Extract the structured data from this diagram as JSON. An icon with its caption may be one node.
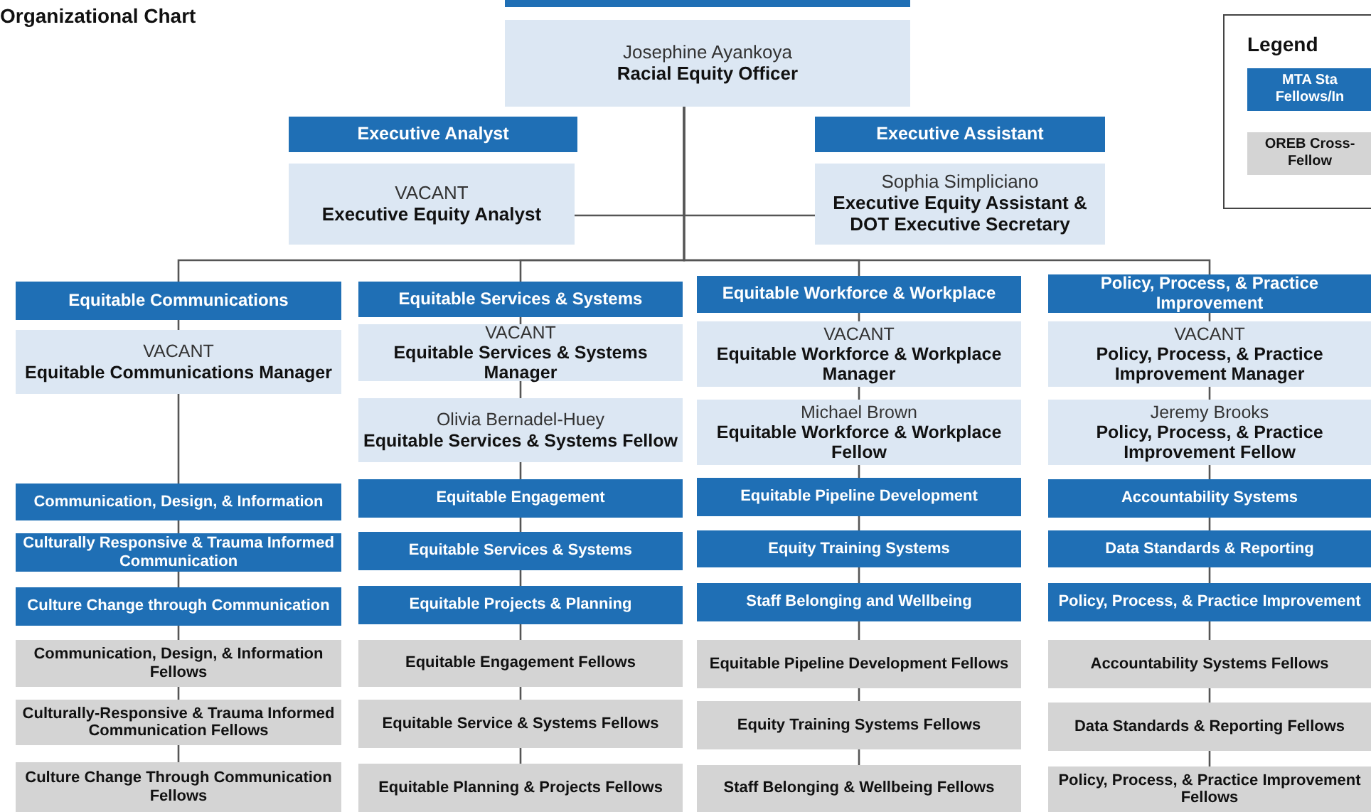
{
  "diagram": {
    "title": "Organizational Chart",
    "nodes": [
      {
        "text": [
          "Josephine Ayankoya",
          "Racial Equity Officer"
        ]
      },
      {
        "text": [
          "Executive Analyst"
        ]
      },
      {
        "text": [
          "VACANT",
          "Executive Equity Analyst"
        ]
      },
      {
        "text": [
          "Executive Assistant"
        ]
      },
      {
        "text": [
          "Sophia Simpliciano",
          "Executive Equity Assistant & DOT Executive Secretary"
        ]
      },
      {
        "text": [
          "Equitable Communications"
        ]
      },
      {
        "text": [
          "VACANT",
          "Equitable Communications Manager"
        ]
      },
      {
        "text": [
          "Communication, Design, & Information"
        ]
      },
      {
        "text": [
          "Culturally Responsive & Trauma Informed Communication"
        ]
      },
      {
        "text": [
          "Culture Change through Communication"
        ]
      },
      {
        "text": [
          "Communication, Design, & Information Fellows"
        ]
      },
      {
        "text": [
          "Culturally-Responsive & Trauma Informed Communication Fellows"
        ]
      },
      {
        "text": [
          "Culture Change Through Communication Fellows"
        ]
      },
      {
        "text": [
          "Equitable Services & Systems"
        ]
      },
      {
        "text": [
          "VACANT",
          "Equitable Services & Systems Manager"
        ]
      },
      {
        "text": [
          "Olivia Bernadel-Huey",
          "Equitable Services & Systems Fellow"
        ]
      },
      {
        "text": [
          "Equitable Engagement"
        ]
      },
      {
        "text": [
          "Equitable Services & Systems"
        ]
      },
      {
        "text": [
          "Equitable Projects & Planning"
        ]
      },
      {
        "text": [
          "Equitable Engagement Fellows"
        ]
      },
      {
        "text": [
          "Equitable Service & Systems Fellows"
        ]
      },
      {
        "text": [
          "Equitable Planning & Projects Fellows"
        ]
      },
      {
        "text": [
          "Equitable Workforce & Workplace"
        ]
      },
      {
        "text": [
          "VACANT",
          "Equitable Workforce & Workplace Manager"
        ]
      },
      {
        "text": [
          "Michael Brown",
          "Equitable Workforce & Workplace Fellow"
        ]
      },
      {
        "text": [
          "Equitable Pipeline Development"
        ]
      },
      {
        "text": [
          "Equity Training Systems"
        ]
      },
      {
        "text": [
          "Staff Belonging and Wellbeing"
        ]
      },
      {
        "text": [
          "Equitable Pipeline Development Fellows"
        ]
      },
      {
        "text": [
          "Equity Training Systems Fellows"
        ]
      },
      {
        "text": [
          "Staff Belonging & Wellbeing Fellows"
        ]
      },
      {
        "text": [
          "Policy, Process, & Practice Improvement"
        ]
      },
      {
        "text": [
          "VACANT",
          "Policy, Process, & Practice Improvement Manager"
        ]
      },
      {
        "text": [
          "Jeremy Brooks",
          "Policy, Process, & Practice Improvement Fellow"
        ]
      },
      {
        "text": [
          "Accountability Systems"
        ]
      },
      {
        "text": [
          "Data Standards & Reporting"
        ]
      },
      {
        "text": [
          "Policy, Process, & Practice Improvement"
        ]
      },
      {
        "text": [
          "Accountability Systems Fellows"
        ]
      },
      {
        "text": [
          "Data Standards & Reporting Fellows"
        ]
      },
      {
        "text": [
          "Policy, Process, & Practice Improvement Fellows"
        ]
      }
    ],
    "edges": [
      {
        "from": 0,
        "to": 2,
        "arrow": "none"
      },
      {
        "from": 0,
        "to": 4,
        "arrow": "none"
      },
      {
        "from": 0,
        "to": 5,
        "arrow": "none"
      },
      {
        "from": 0,
        "to": 13,
        "arrow": "none"
      },
      {
        "from": 0,
        "to": 22,
        "arrow": "none"
      },
      {
        "from": 0,
        "to": 31,
        "arrow": "none"
      },
      {
        "from": 5,
        "to": 6,
        "arrow": "none"
      },
      {
        "from": 6,
        "to": 7,
        "arrow": "none"
      },
      {
        "from": 7,
        "to": 8,
        "arrow": "none"
      },
      {
        "from": 8,
        "to": 9,
        "arrow": "none"
      },
      {
        "from": 9,
        "to": 10,
        "arrow": "none"
      },
      {
        "from": 10,
        "to": 11,
        "arrow": "none"
      },
      {
        "from": 11,
        "to": 12,
        "arrow": "none"
      },
      {
        "from": 13,
        "to": 14,
        "arrow": "none"
      },
      {
        "from": 14,
        "to": 15,
        "arrow": "none"
      },
      {
        "from": 15,
        "to": 16,
        "arrow": "none"
      },
      {
        "from": 16,
        "to": 17,
        "arrow": "none"
      },
      {
        "from": 17,
        "to": 18,
        "arrow": "none"
      },
      {
        "from": 18,
        "to": 19,
        "arrow": "none"
      },
      {
        "from": 19,
        "to": 20,
        "arrow": "none"
      },
      {
        "from": 20,
        "to": 21,
        "arrow": "none"
      },
      {
        "from": 22,
        "to": 23,
        "arrow": "none"
      },
      {
        "from": 23,
        "to": 24,
        "arrow": "none"
      },
      {
        "from": 24,
        "to": 25,
        "arrow": "none"
      },
      {
        "from": 25,
        "to": 26,
        "arrow": "none"
      },
      {
        "from": 26,
        "to": 27,
        "arrow": "none"
      },
      {
        "from": 27,
        "to": 28,
        "arrow": "none"
      },
      {
        "from": 28,
        "to": 29,
        "arrow": "none"
      },
      {
        "from": 29,
        "to": 30,
        "arrow": "none"
      },
      {
        "from": 31,
        "to": 32,
        "arrow": "none"
      },
      {
        "from": 32,
        "to": 33,
        "arrow": "none"
      },
      {
        "from": 33,
        "to": 34,
        "arrow": "none"
      },
      {
        "from": 34,
        "to": 35,
        "arrow": "none"
      },
      {
        "from": 35,
        "to": 36,
        "arrow": "none"
      },
      {
        "from": 36,
        "to": 37,
        "arrow": "none"
      },
      {
        "from": 37,
        "to": 38,
        "arrow": "none"
      },
      {
        "from": 38,
        "to": 39,
        "arrow": "none"
      }
    ],
    "labels": [
      "Legend"
    ],
    "legend": [
      {
        "text": "MTA Sta Fellows/In",
        "color": "#1f6fb5"
      },
      {
        "text": "OREB Cross- Fellow",
        "color": "#d4d4d4"
      }
    ]
  }
}
